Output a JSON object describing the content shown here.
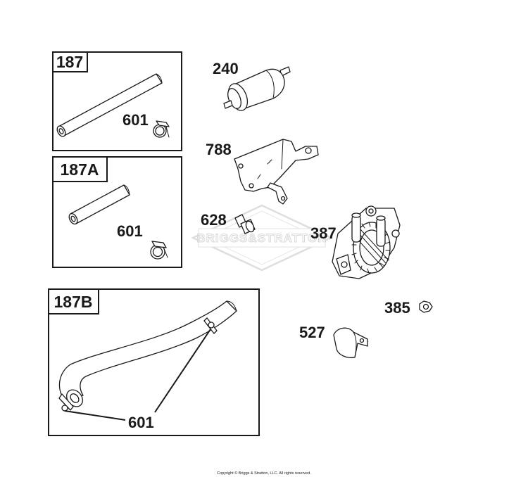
{
  "watermark": "BRIGGS&STRATTON",
  "kits": [
    {
      "label": "187",
      "clamp_callout": "601"
    },
    {
      "label": "187A",
      "clamp_callout": "601"
    },
    {
      "label": "187B",
      "clamp_callout": "601"
    }
  ],
  "callouts": {
    "fuel_filter": "240",
    "bracket": "788",
    "bolt": "628",
    "fuel_pump": "387",
    "nut": "385",
    "clip": "527"
  },
  "copyright": "Copyright © Briggs & Stratton, LLC. All rights reserved."
}
